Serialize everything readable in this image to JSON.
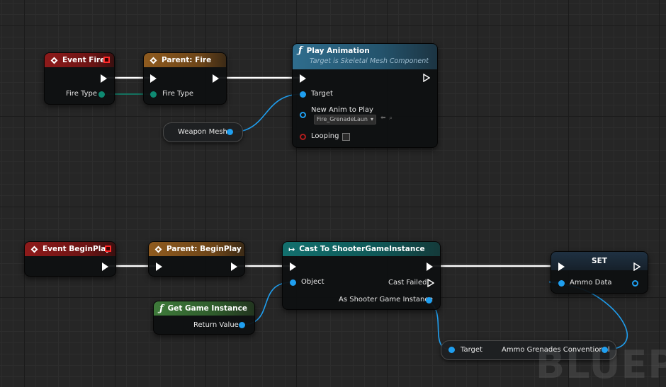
{
  "graph": {
    "watermark": "BLUEPRINT",
    "colors": {
      "exec": "#ffffff",
      "object": "#1f9ff0",
      "byte": "#0e8a72",
      "bool": "#b01d1d"
    }
  },
  "nodes": {
    "event_fire": {
      "title": "Event Fire",
      "pin_fire_type": "Fire Type"
    },
    "parent_fire": {
      "title": "Parent: Fire",
      "pin_fire_type": "Fire Type"
    },
    "play_animation": {
      "title": "Play Animation",
      "subtitle": "Target is Skeletal Mesh Component",
      "pin_target": "Target",
      "pin_new_anim": "New Anim to Play",
      "anim_value": "Fire_GrenadeLaun",
      "pin_looping": "Looping"
    },
    "weapon_mesh": {
      "title": "Weapon Mesh"
    },
    "event_begin_play": {
      "title": "Event BeginPlay"
    },
    "parent_begin_play": {
      "title": "Parent: BeginPlay"
    },
    "cast": {
      "title": "Cast To ShooterGameInstance",
      "pin_object": "Object",
      "pin_cast_failed": "Cast Failed",
      "pin_as": "As Shooter Game Instance"
    },
    "get_game_instance": {
      "title": "Get Game Instance",
      "pin_return": "Return Value"
    },
    "set": {
      "title": "SET",
      "pin_ammo": "Ammo Data"
    },
    "ammo_grenades": {
      "pin_target": "Target",
      "pin_out": "Ammo Grenades Conventional"
    }
  }
}
